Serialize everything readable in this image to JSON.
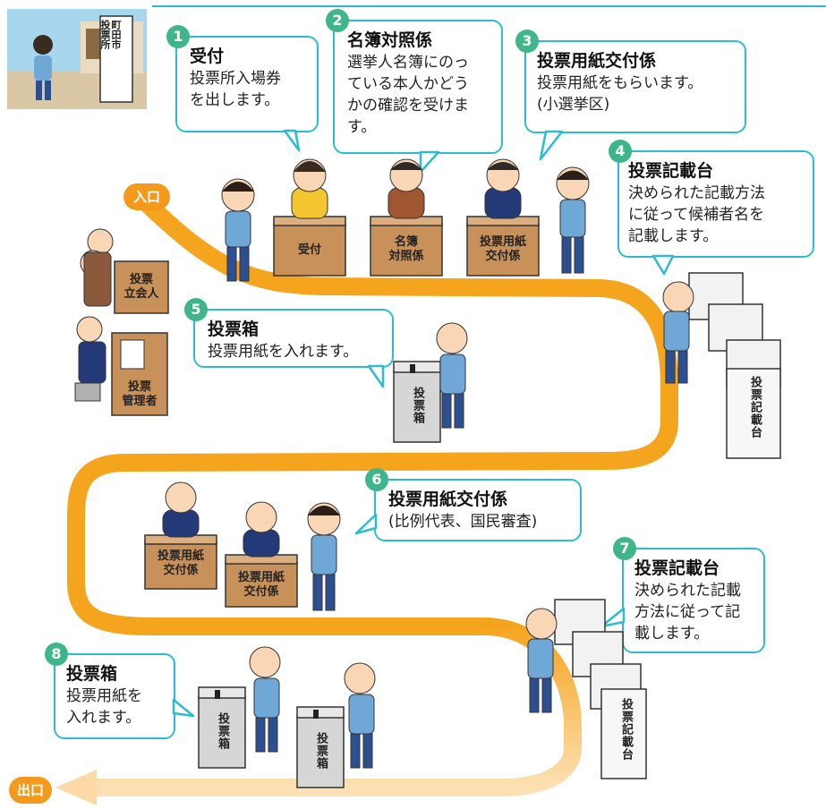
{
  "colors": {
    "path": "#f5a41d",
    "bubble_border": "#2cbcd0",
    "step_number": "#3fb58a",
    "desk": "#c9915a",
    "ballot_box": "#d6d6d6"
  },
  "thumbnail": {
    "sign": "町田市\n投票所"
  },
  "entrance": "入口",
  "exit": "出口",
  "steps": [
    {
      "num": "1",
      "title": "受付",
      "body": "投票所入場券\nを出します。"
    },
    {
      "num": "2",
      "title": "名簿対照係",
      "body": "選挙人名簿にのっ\nている本人かどう\nかの確認を受けま\nす。"
    },
    {
      "num": "3",
      "title": "投票用紙交付係",
      "body": "投票用紙をもらいます。\n(小選挙区)"
    },
    {
      "num": "4",
      "title": "投票記載台",
      "body": "決められた記載方法\nに従って候補者名を\n記載します。"
    },
    {
      "num": "5",
      "title": "投票箱",
      "body": "投票用紙を入れます。"
    },
    {
      "num": "6",
      "title": "投票用紙交付係",
      "body": "(比例代表、国民審査)"
    },
    {
      "num": "7",
      "title": "投票記載台",
      "body": "決められた記載\n方法に従って記\n載します。"
    },
    {
      "num": "8",
      "title": "投票箱",
      "body": "投票用紙を\n入れます。"
    }
  ],
  "desks": {
    "reception": "受付",
    "register": "名簿\n対照係",
    "issuer1": "投票用紙\n交付係",
    "witness": "投票\n立会人",
    "manager": "投票\n管理者",
    "issuer2a": "投票用紙\n交付係",
    "issuer2b": "投票用紙\n交付係"
  },
  "booths": {
    "label1": "投票記載台",
    "label2": "投票記載台"
  },
  "boxes": {
    "box5": "投票箱",
    "box8a": "投票箱",
    "box8b": "投票箱"
  }
}
